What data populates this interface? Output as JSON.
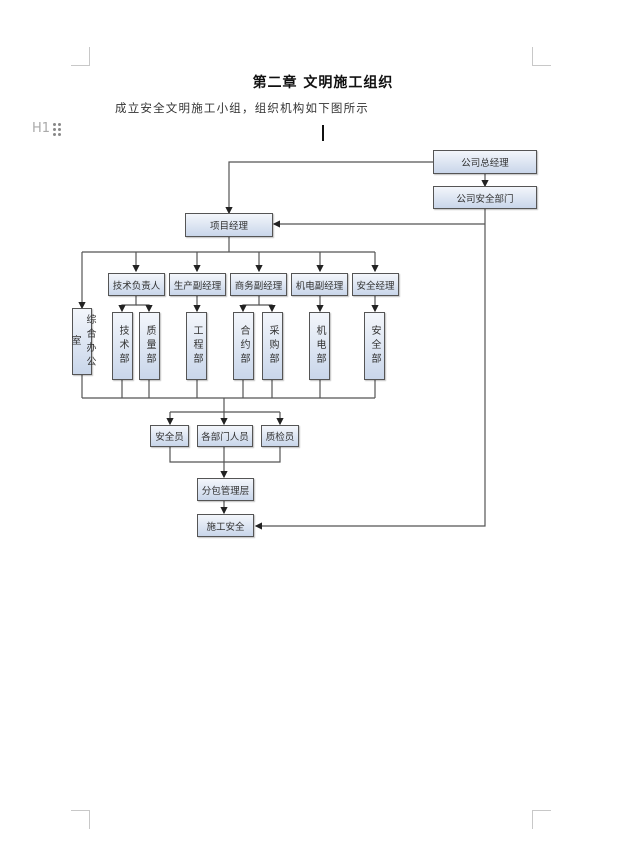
{
  "document": {
    "heading": "第二章  文明施工组织",
    "paragraph": "成立安全文明施工小组，组织机构如下图所示",
    "heading_marker": "H1"
  },
  "org_chart": {
    "top": {
      "general_manager": "公司总经理",
      "safety_dept": "公司安全部门"
    },
    "project_manager": "项目经理",
    "managers": [
      "技术负责人",
      "生产副经理",
      "商务副经理",
      "机电副经理",
      "安全经理"
    ],
    "office": "综合办公室",
    "departments": [
      "技术部",
      "质量部",
      "工程部",
      "合约部",
      "采购部",
      "机电部",
      "安全部"
    ],
    "staff": [
      "安全员",
      "各部门人员",
      "质检员"
    ],
    "subcontract": "分包管理层",
    "construction_safety": "施工安全"
  }
}
